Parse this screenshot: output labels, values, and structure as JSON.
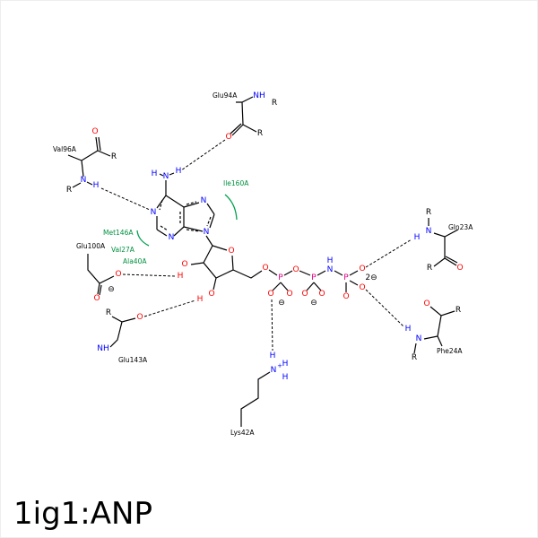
{
  "title": "1ig1:ANP",
  "residues": {
    "glu94": "Glu94A",
    "val96": "Val96A",
    "ile160": "Ile160A",
    "met146": "Met146A",
    "val27": "Val27A",
    "ala40": "Ala40A",
    "glu100": "Glu100A",
    "glu143": "Glu143A",
    "lys42": "Lys42A",
    "gln23": "Gln23A",
    "phe24": "Phe24A"
  },
  "atoms": {
    "N": "N",
    "O": "O",
    "P": "P",
    "H": "H",
    "R": "R",
    "NH": "NH",
    "minus": "⊖",
    "charge2": "2⊖",
    "plus": "+"
  },
  "colors": {
    "nitrogen": "#0000ff",
    "oxygen": "#ff0000",
    "phosphorus": "#e0007f",
    "hydrophobic": "#00a050"
  }
}
